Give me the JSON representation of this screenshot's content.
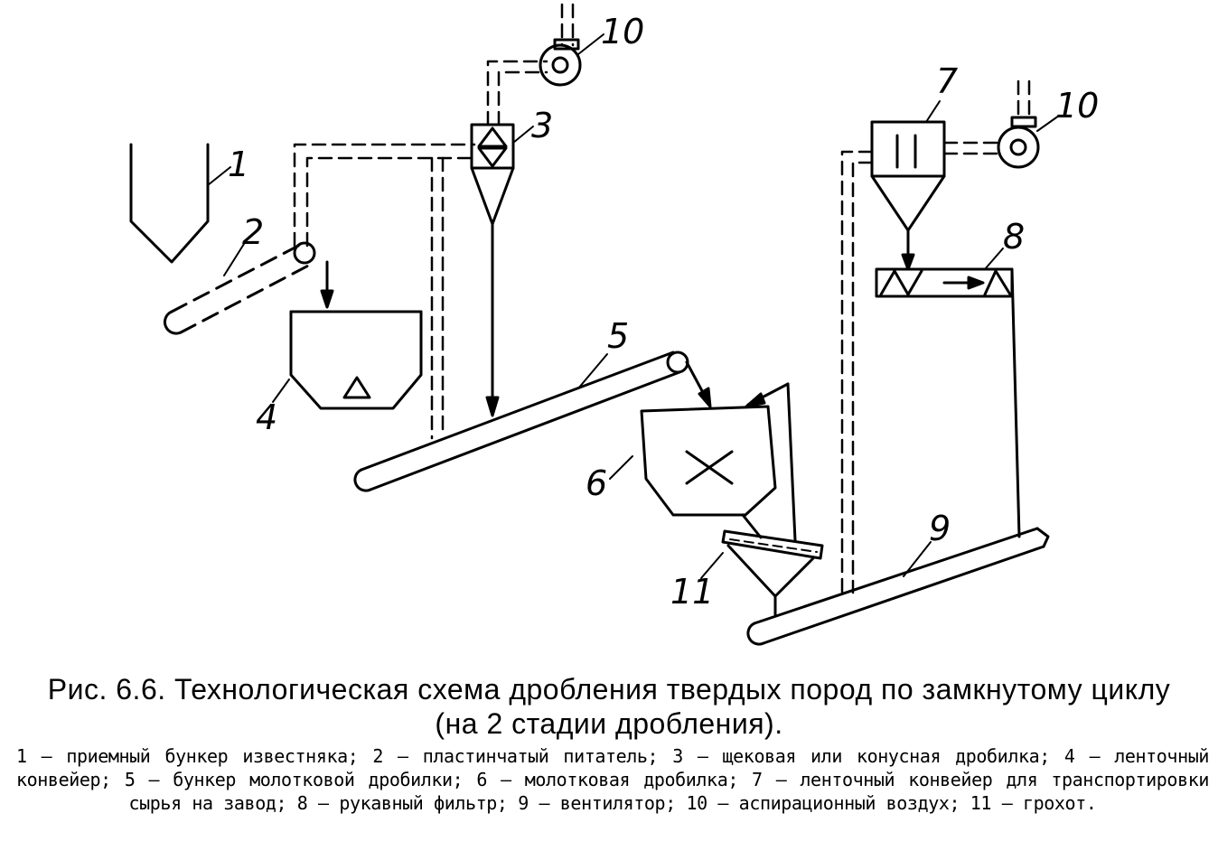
{
  "labels": {
    "n1": "1",
    "n2": "2",
    "n3": "3",
    "n4": "4",
    "n5": "5",
    "n6": "6",
    "n7": "7",
    "n8": "8",
    "n9": "9",
    "n10a": "10",
    "n10b": "10",
    "n11": "11"
  },
  "caption": {
    "title_line1": "Рис. 6.6. Технологическая схема дробления твердых пород по замкнутому циклу",
    "title_line2": "(на 2 стадии дробления).",
    "legend": "1 — приемный бункер известняка; 2 — пластинчатый питатель; 3 — щековая или конусная дробилка; 4 — ленточный конвейер; 5 — бункер молотковой дробилки; 6 — молотковая дробилка; 7 — ленточный конвейер для транспортировки сырья на завод; 8 — рукавный фильтр; 9 — вентилятор; 10 — аспирационный воздух; 11 — грохот."
  }
}
